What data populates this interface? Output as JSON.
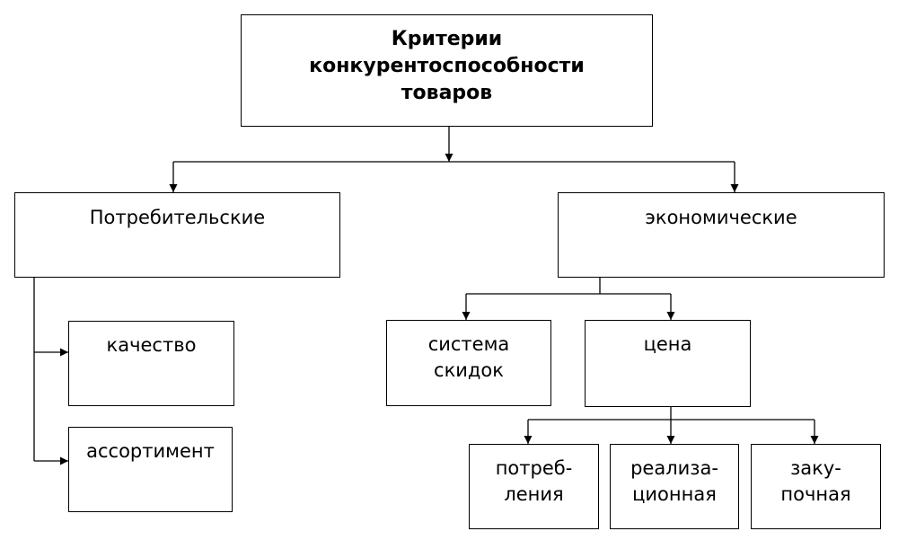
{
  "root": {
    "label": "Критерии\nконкурентоспособности\nтоваров"
  },
  "consumer": {
    "label": "Потребительские",
    "children": [
      {
        "label": "качество"
      },
      {
        "label": "ассортимент"
      }
    ]
  },
  "economic": {
    "label": "экономические",
    "children": [
      {
        "label": "система\nскидок"
      },
      {
        "label": "цена"
      }
    ]
  },
  "price": {
    "children": [
      {
        "label": "потреб-\nления"
      },
      {
        "label": "реализа-\nционная"
      },
      {
        "label": "заку-\nпочная"
      }
    ]
  }
}
